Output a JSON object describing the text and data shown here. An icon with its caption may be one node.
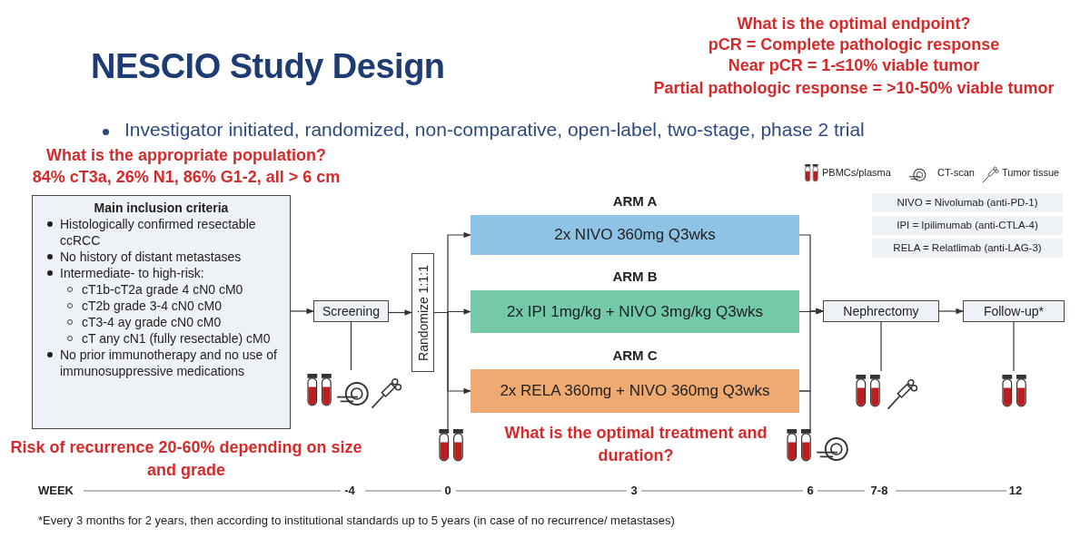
{
  "diagram": {
    "title": "NESCIO Study Design",
    "nodes": [
      {
        "text": [
          "Main inclusion criteria",
          "Histologically confirmed resectable ccRCC",
          "No history of distant metastases",
          "Intermediate- to high-risk:",
          "cT1b-cT2a grade 4 cN0 cM0",
          "cT2b grade 3-4 cN0 cM0",
          "cT3-4 ay grade cN0 cM0",
          "cT any cN1 (fully resectable) cM0",
          "No prior immunotherapy and no use of immunosuppressive medications"
        ]
      },
      {
        "text": [
          "Screening"
        ]
      },
      {
        "text": [
          "Randomize 1:1:1"
        ]
      },
      {
        "text": [
          "ARM A",
          "2x NIVO 360mg Q3wks"
        ]
      },
      {
        "text": [
          "ARM B",
          "2x IPI 1mg/kg + NIVO 3mg/kg Q3wks"
        ]
      },
      {
        "text": [
          "ARM C",
          "2x RELA 360mg + NIVO 360mg Q3wks"
        ]
      },
      {
        "text": [
          "Nephrectomy"
        ]
      },
      {
        "text": [
          "Follow-up*"
        ]
      },
      {
        "text": [],
        "shape": "picture"
      },
      {
        "text": [],
        "shape": "picture"
      },
      {
        "text": [],
        "shape": "picture"
      },
      {
        "text": [],
        "shape": "picture"
      },
      {
        "text": [],
        "shape": "picture"
      }
    ],
    "edges": [
      {
        "from": 0,
        "to": 1,
        "arrow": "to"
      },
      {
        "from": 1,
        "to": 2,
        "arrow": "to"
      },
      {
        "from": 2,
        "to": 3,
        "arrow": "to"
      },
      {
        "from": 2,
        "to": 4,
        "arrow": "to"
      },
      {
        "from": 2,
        "to": 5,
        "arrow": "to"
      },
      {
        "from": 3,
        "to": 6,
        "arrow": "to"
      },
      {
        "from": 4,
        "to": 6,
        "arrow": "to"
      },
      {
        "from": 5,
        "to": 6,
        "arrow": "to"
      },
      {
        "from": 6,
        "to": 7,
        "arrow": "to"
      },
      {
        "from": 1,
        "to": 8,
        "arrow": "none"
      },
      {
        "from": 2,
        "to": 9,
        "arrow": "none"
      },
      {
        "from": 5,
        "to": 10,
        "arrow": "none"
      },
      {
        "from": 6,
        "to": 11,
        "arrow": "none"
      },
      {
        "from": 7,
        "to": 12,
        "arrow": "none"
      }
    ],
    "labels": [
      "What is the optimal endpoint?",
      "pCR = Complete pathologic response",
      "Near pCR = 1-≤10% viable tumor",
      "Partial pathologic response = >10-50% viable tumor",
      "Investigator initiated, randomized, non-comparative, open-label, two-stage, phase 2 trial",
      "What is the appropriate population?",
      "84% cT3a, 26% N1, 86% G1-2, all > 6 cm",
      "NIVO = Nivolumab (anti-PD-1)",
      "IPI = Ipilimumab (anti-CTLA-4)",
      "RELA = Relatlimab (anti-LAG-3)",
      "Risk of recurrence 20-60% depending on size and grade",
      "What is the optimal treatment and duration?",
      "WEEK",
      "-4",
      "0",
      "3",
      "6",
      "7-8",
      "12",
      "*Every 3 months for 2 years, then according to institutional standards up to 5 years (in case of no recurrence/ metastases)"
    ],
    "legend": [
      {
        "text": "PBMCs/plasma"
      },
      {
        "text": "CT-scan"
      },
      {
        "text": "Tumor tissue"
      }
    ]
  }
}
